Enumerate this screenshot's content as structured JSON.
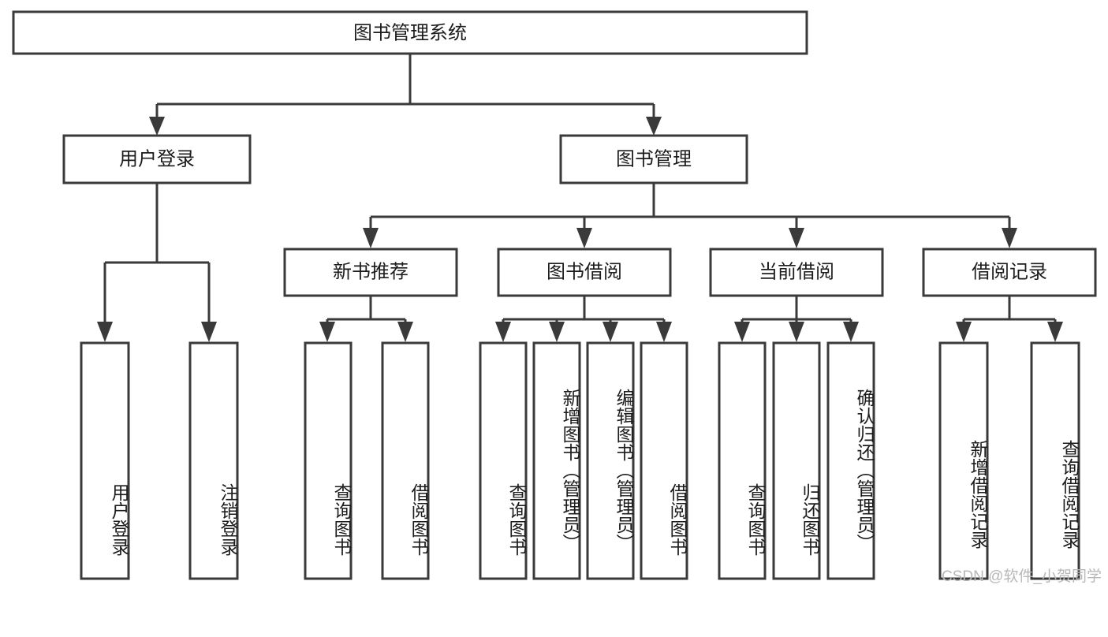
{
  "diagram": {
    "type": "tree-hierarchy",
    "title": "图书管理系统",
    "watermark": "CSDN @软件_小贺同学",
    "colors": {
      "box_stroke": "#3a3a3a",
      "box_fill": "#ffffff",
      "text": "#1c1c1c",
      "background": "#ffffff",
      "watermark": "#b8b8b8"
    },
    "levels": {
      "root": {
        "label": "图书管理系统"
      },
      "level2": [
        {
          "label": "用户登录"
        },
        {
          "label": "图书管理"
        }
      ],
      "level3": [
        {
          "label": "新书推荐"
        },
        {
          "label": "图书借阅"
        },
        {
          "label": "当前借阅"
        },
        {
          "label": "借阅记录"
        }
      ],
      "leaves": [
        {
          "label": "用户登录",
          "parent": "用户登录"
        },
        {
          "label": "注销登录",
          "parent": "用户登录"
        },
        {
          "label": "查询图书",
          "parent": "新书推荐"
        },
        {
          "label": "借阅图书",
          "parent": "新书推荐"
        },
        {
          "label": "查询图书",
          "parent": "图书借阅"
        },
        {
          "label": "新增图书（管理员）",
          "parent": "图书借阅"
        },
        {
          "label": "编辑图书（管理员）",
          "parent": "图书借阅"
        },
        {
          "label": "借阅图书",
          "parent": "图书借阅"
        },
        {
          "label": "查询图书",
          "parent": "当前借阅"
        },
        {
          "label": "归还图书",
          "parent": "当前借阅"
        },
        {
          "label": "确认归还（管理员）",
          "parent": "当前借阅"
        },
        {
          "label": "新增借阅记录",
          "parent": "借阅记录"
        },
        {
          "label": "查询借阅记录",
          "parent": "借阅记录"
        }
      ]
    }
  }
}
